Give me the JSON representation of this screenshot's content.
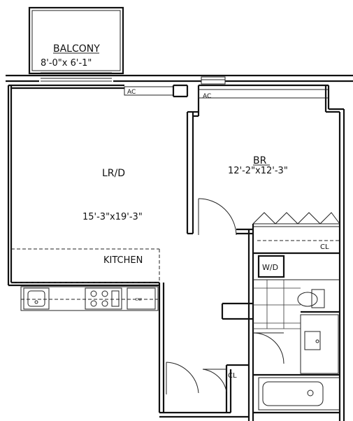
{
  "labels": {
    "balcony_title": "BALCONY",
    "balcony_dims": "8'-0\"x 6'-1\"",
    "lrd_title": "LR/D",
    "lrd_dims": "15'-3\"x19'-3\"",
    "br_title": "BR",
    "br_dims": "12'-2\"x12'-3\"",
    "kitchen": "KITCHEN",
    "ac_left": "AC",
    "ac_right": "AC",
    "closet_bedroom": "CL",
    "closet_entry": "CL",
    "washer_dryer": "W/D",
    "dishwasher": "DW"
  },
  "colors": {
    "ink": "#111111",
    "paper": "#ffffff"
  },
  "icons": [
    "sink-icon",
    "stove-icon",
    "toilet-icon",
    "bathtub-icon",
    "door-swing-icon"
  ]
}
